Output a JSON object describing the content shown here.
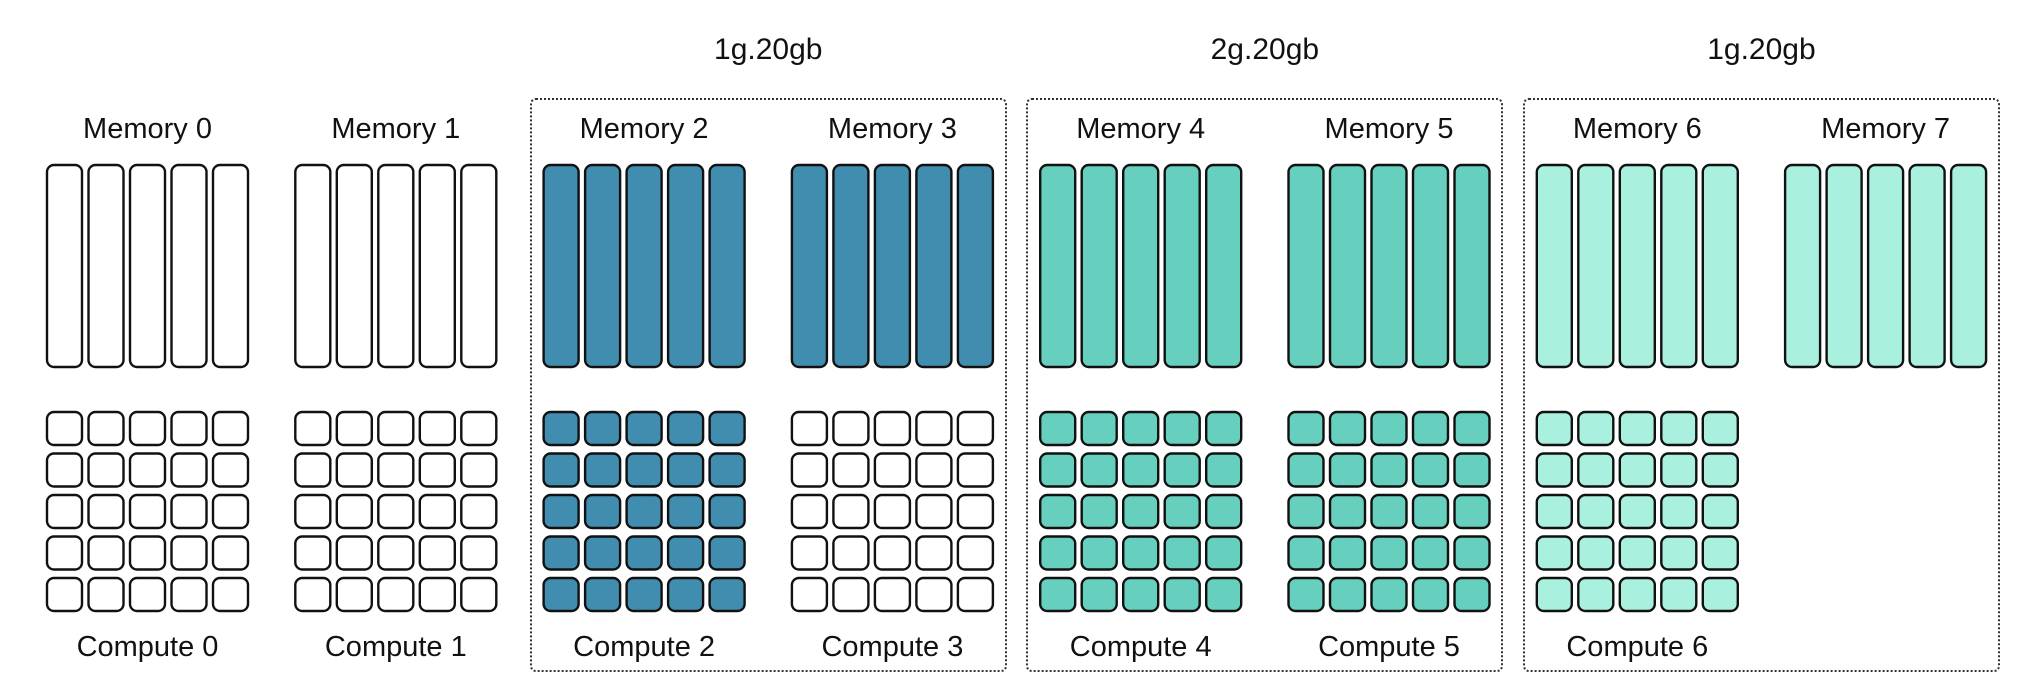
{
  "colors": {
    "empty": "#ffffff",
    "blue": "#418db0",
    "teal": "#66cfbe",
    "mint": "#a9f0df",
    "stroke": "#111111"
  },
  "groups": [
    {
      "label": "1g.20gb",
      "members": [
        2,
        3
      ]
    },
    {
      "label": "2g.20gb",
      "members": [
        4,
        5
      ]
    },
    {
      "label": "1g.20gb",
      "members": [
        6,
        7
      ]
    }
  ],
  "columns": [
    {
      "memory": {
        "label": "Memory 0",
        "fill": "empty"
      },
      "compute": {
        "label": "Compute 0",
        "fill": "empty"
      }
    },
    {
      "memory": {
        "label": "Memory 1",
        "fill": "empty"
      },
      "compute": {
        "label": "Compute 1",
        "fill": "empty"
      }
    },
    {
      "memory": {
        "label": "Memory 2",
        "fill": "blue"
      },
      "compute": {
        "label": "Compute 2",
        "fill": "blue"
      }
    },
    {
      "memory": {
        "label": "Memory 3",
        "fill": "blue"
      },
      "compute": {
        "label": "Compute 3",
        "fill": "empty"
      }
    },
    {
      "memory": {
        "label": "Memory 4",
        "fill": "teal"
      },
      "compute": {
        "label": "Compute 4",
        "fill": "teal"
      }
    },
    {
      "memory": {
        "label": "Memory 5",
        "fill": "teal"
      },
      "compute": {
        "label": "Compute 5",
        "fill": "teal"
      }
    },
    {
      "memory": {
        "label": "Memory 6",
        "fill": "mint"
      },
      "compute": {
        "label": "Compute 6",
        "fill": "mint"
      }
    },
    {
      "memory": {
        "label": "Memory 7",
        "fill": "mint"
      },
      "compute": null
    }
  ],
  "memory_bars_per_slice": 5,
  "compute_grid": {
    "rows": 5,
    "cols": 5
  }
}
